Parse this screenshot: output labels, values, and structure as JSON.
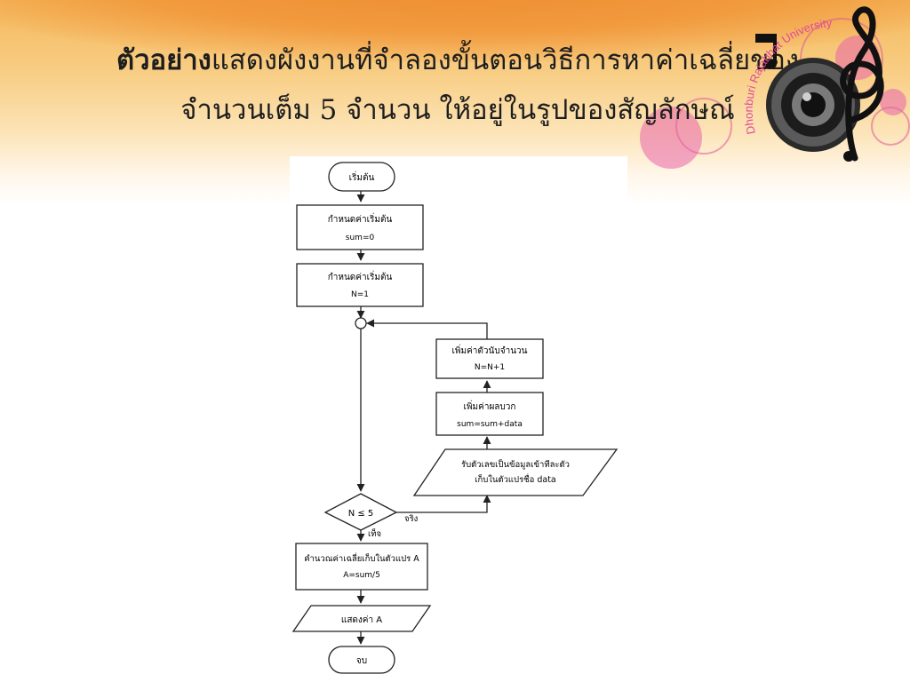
{
  "slide": {
    "title_lead": "ตัวอย่าง",
    "title_line1_rest": "แสดงผังงานที่จำลองขั้นตอนวิธีการหาค่าเฉลี่ยของ",
    "title_line2": "จำนวนเต็ม 5 จำนวน ให้อยู่ในรูปของสัญลักษณ์"
  },
  "decoration": {
    "logo_text": "Dhonburi Rajabhat University",
    "accent_color": "#e04a9a",
    "speaker_icon": "speaker-icon",
    "music_icon": "treble-clef-icon"
  },
  "flowchart": {
    "start_label": "เริ่มต้น",
    "init_sum": {
      "line1": "กำหนดค่าเริ่มต้น",
      "line2": "sum=0"
    },
    "init_n": {
      "line1": "กำหนดค่าเริ่มต้น",
      "line2": "N=1"
    },
    "increment_counter": {
      "line1": "เพิ่มค่าตัวนับจำนวน",
      "line2": "N=N+1"
    },
    "add_sum": {
      "line1": "เพิ่มค่าผลบวก",
      "line2": "sum=sum+data"
    },
    "read_data": {
      "line1": "รับตัวเลขเป็นข้อมูลเข้าทีละตัว",
      "line2": "เก็บในตัวแปรชื่อ data"
    },
    "decision": {
      "label": "N ≤ 5",
      "true_label": "จริง",
      "false_label": "เท็จ"
    },
    "compute_avg": {
      "line1": "คำนวณค่าเฉลี่ยเก็บในตัวแปร A",
      "line2": "A=sum/5"
    },
    "output": {
      "label": "แสดงค่า A"
    },
    "end_label": "จบ"
  }
}
